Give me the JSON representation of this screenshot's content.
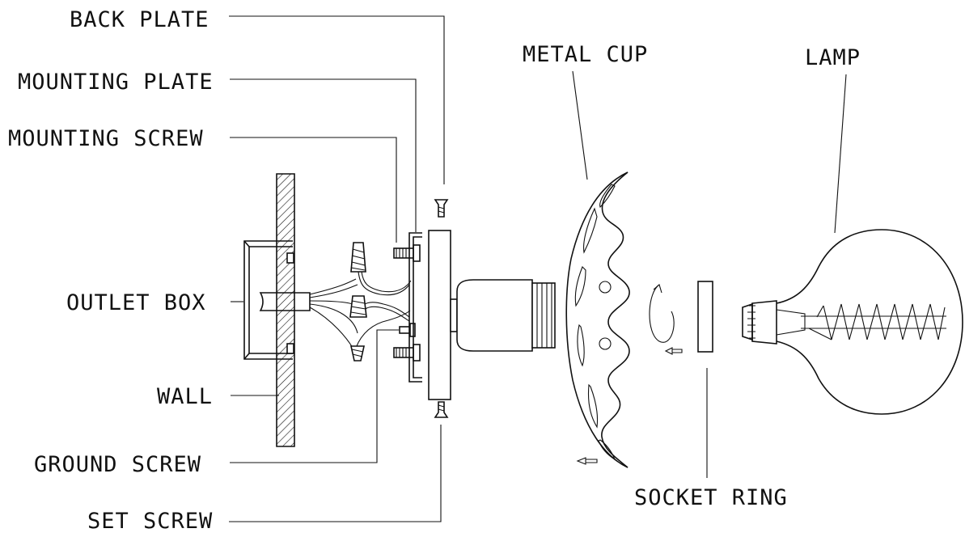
{
  "labels": {
    "back_plate": "BACK PLATE",
    "mounting_plate": "MOUNTING PLATE",
    "mounting_screw": "MOUNTING SCREW",
    "outlet_box": "OUTLET BOX",
    "wall": "WALL",
    "ground_screw": "GROUND SCREW",
    "set_screw": "SET SCREW",
    "metal_cup": "METAL CUP",
    "lamp": "LAMP",
    "socket_ring": "SOCKET RING"
  }
}
